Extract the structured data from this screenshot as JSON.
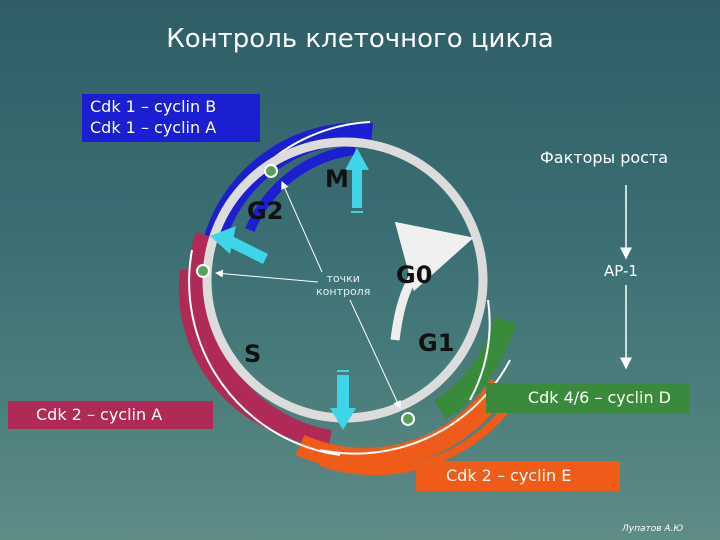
{
  "title": "Контроль клеточного цикла",
  "phases": {
    "m": "M",
    "g2": "G2",
    "s": "S",
    "g0": "G0",
    "g1": "G1"
  },
  "labels": {
    "growth_factors": "Факторы роста",
    "ap1": "AP-1",
    "checkpoints_line1": "точки",
    "checkpoints_line2": "контроля"
  },
  "complexes": {
    "cdk1_b": "Cdk 1 – cyclin B",
    "cdk1_a": "Cdk 1 – cyclin A",
    "cdk2_a": "Cdk 2 – cyclin A",
    "cdk46_d": "Cdk 4/6 – cyclin D",
    "cdk2_e": "Cdk 2 – cyclin E"
  },
  "colors": {
    "cdk1": "#1c1fd1",
    "cdk2_a": "#b02a57",
    "cdk46_d": "#3a8a3c",
    "cdk2_e": "#ef5b18",
    "cycle_ring": "#dcdcdc",
    "arrow": "#3fd4e8",
    "checkpoint": "#5aa05a"
  },
  "author": "Лупатов А.Ю"
}
